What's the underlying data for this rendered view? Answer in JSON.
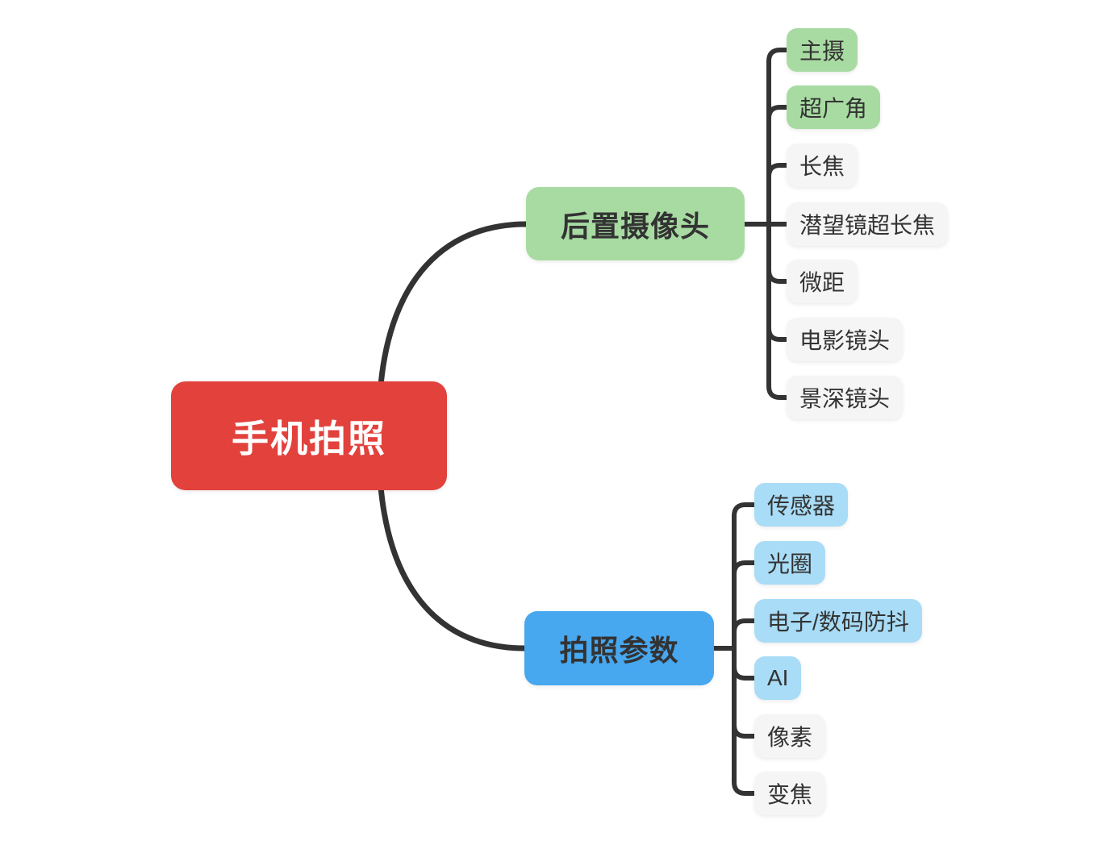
{
  "palette": {
    "background": "#FFFFFF",
    "line_color": "#333333",
    "dark_text": "#333333",
    "light_text": "#FFFFFF",
    "red": "#E2413C",
    "green": "#A8DBA2",
    "blue": "#47A7EF",
    "light_blue": "#A9DCF6",
    "gray": "#F5F5F6"
  },
  "root": {
    "label": "手机拍照",
    "color": "red"
  },
  "branches": [
    {
      "label": "后置摄像头",
      "color": "green",
      "children": [
        {
          "label": "主摄",
          "color": "green"
        },
        {
          "label": "超广角",
          "color": "green"
        },
        {
          "label": "长焦",
          "color": "gray"
        },
        {
          "label": "潜望镜超长焦",
          "color": "gray"
        },
        {
          "label": "微距",
          "color": "gray"
        },
        {
          "label": "电影镜头",
          "color": "gray"
        },
        {
          "label": "景深镜头",
          "color": "gray"
        }
      ]
    },
    {
      "label": "拍照参数",
      "color": "blue",
      "children": [
        {
          "label": "传感器",
          "color": "light_blue"
        },
        {
          "label": "光圈",
          "color": "light_blue"
        },
        {
          "label": "电子/数码防抖",
          "color": "light_blue"
        },
        {
          "label": "AI",
          "color": "light_blue"
        },
        {
          "label": "像素",
          "color": "gray"
        },
        {
          "label": "变焦",
          "color": "gray"
        }
      ]
    }
  ]
}
